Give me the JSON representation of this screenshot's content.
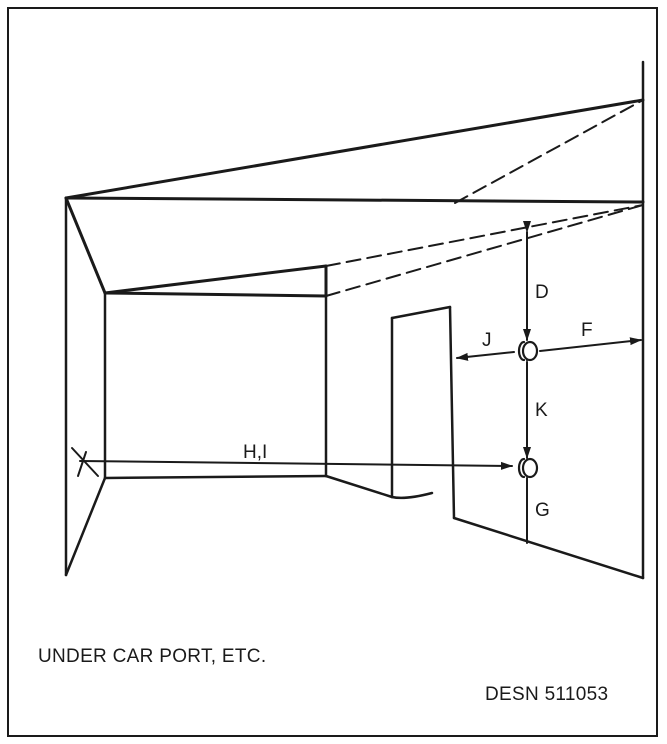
{
  "diagram": {
    "labels": {
      "d": "D",
      "f": "F",
      "j": "J",
      "k": "K",
      "g": "G",
      "hi": "H,I"
    },
    "caption": "UNDER CAR PORT, ETC.",
    "code": "DESN 511053"
  }
}
